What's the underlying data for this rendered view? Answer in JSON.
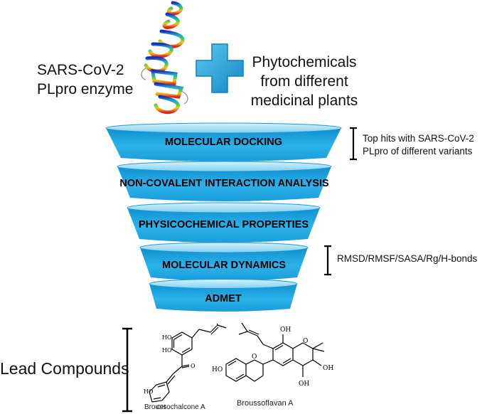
{
  "header": {
    "enzyme_label_line1": "SARS-CoV-2",
    "enzyme_label_line2": "PLpro enzyme",
    "phyto_line1": "Phytochemicals",
    "phyto_line2": "from different",
    "phyto_line3": "medicinal plants"
  },
  "funnel": {
    "stages": [
      {
        "label": "MOLECULAR DOCKING"
      },
      {
        "label": "NON-COVALENT INTERACTION ANALYSIS"
      },
      {
        "label": "PHYSICOCHEMICAL PROPERTIES"
      },
      {
        "label": "MOLECULAR DYNAMICS"
      },
      {
        "label": "ADMET"
      }
    ]
  },
  "notes": {
    "docking_line1": "Top hits with SARS-CoV-2",
    "docking_line2": "PLpro of  different variants",
    "dynamics": "RMSD/RMSF/SASA/Rg/H-bonds"
  },
  "lead": {
    "title": "Lead Compounds",
    "compound1": "Broussochalcone A",
    "compound2": "Broussoflavan A",
    "atom_oh": "OH",
    "atom_ho": "HO",
    "atom_o": "O"
  },
  "colors": {
    "funnel_blue": "#1aa8e0",
    "funnel_light": "#9fdcf5",
    "plus_blue": "#1fa2dd"
  }
}
